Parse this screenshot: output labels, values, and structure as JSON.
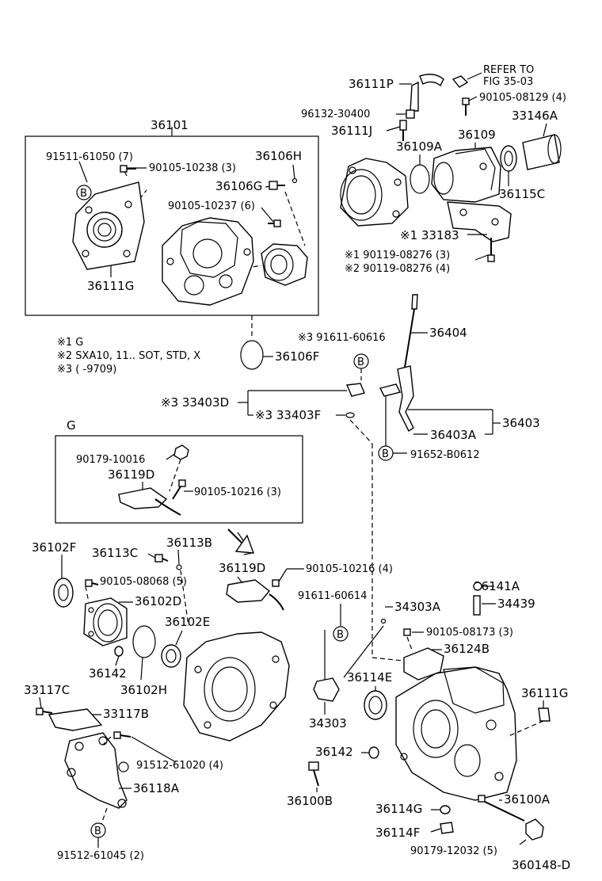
{
  "figure_id": "360148-D",
  "refer": {
    "line1": "REFER TO",
    "line2": "FIG 35-03"
  },
  "notes": {
    "n1": "※1  G",
    "n2": "※2  SXA10, 11.. SOT, STD, X",
    "n3": "※3  (        -9709)"
  },
  "group_g_title": "G",
  "labels": {
    "p36101": "36101",
    "p91511_61050": "91511-61050 (7)",
    "p90105_10238": "90105-10238 (3)",
    "p36106H": "36106H",
    "p36106G": "36106G",
    "p90105_10237": "90105-10237 (6)",
    "p36111G_a": "36111G",
    "p36111P": "36111P",
    "p96132_30400": "96132-30400",
    "p36111J": "36111J",
    "p90105_08129": "90105-08129 (4)",
    "p33146A": "33146A",
    "p36109": "36109",
    "p36109A": "36109A",
    "p36115C": "36115C",
    "p33183": "※1 33183",
    "p90119_1": "※1 90119-08276 (3)",
    "p90119_2": "※2 90119-08276 (4)",
    "p36106F": "36106F",
    "p91611_60616": "※3 91611-60616",
    "p36404": "36404",
    "p33403D": "※3 33403D",
    "p33403F": "※3 33403F",
    "p36403": "36403",
    "p36403A": "36403A",
    "p91652_B0612": "91652-B0612",
    "p90179_10016": "90179-10016",
    "p36119D_a": "36119D",
    "p90105_10216_a": "90105-10216 (3)",
    "p36102F": "36102F",
    "p36113C": "36113C",
    "p36113B": "36113B",
    "p90105_08068": "90105-08068 (5)",
    "p36102D": "36102D",
    "p36102E": "36102E",
    "p36119D_b": "36119D",
    "p90105_10216_b": "90105-10216 (4)",
    "p91611_60614": "91611-60614",
    "p34303A": "34303A",
    "p36141A": "36141A",
    "p34439": "34439",
    "p90105_08173": "90105-08173 (3)",
    "p36124B": "36124B",
    "p36142_a": "36142",
    "p36102H": "36102H",
    "p33117C": "33117C",
    "p33117B": "33117B",
    "p36114E": "36114E",
    "p36111G_b": "36111G",
    "p34303": "34303",
    "p91512_61020": "91512-61020 (4)",
    "p36142_b": "36142",
    "p36118A": "36118A",
    "p36100B": "36100B",
    "p36100A": "36100A",
    "p36114G": "36114G",
    "p36114F": "36114F",
    "p90179_12032": "90179-12032 (5)",
    "p91512_61045": "91512-61045 (2)"
  },
  "callout_letter": "B"
}
